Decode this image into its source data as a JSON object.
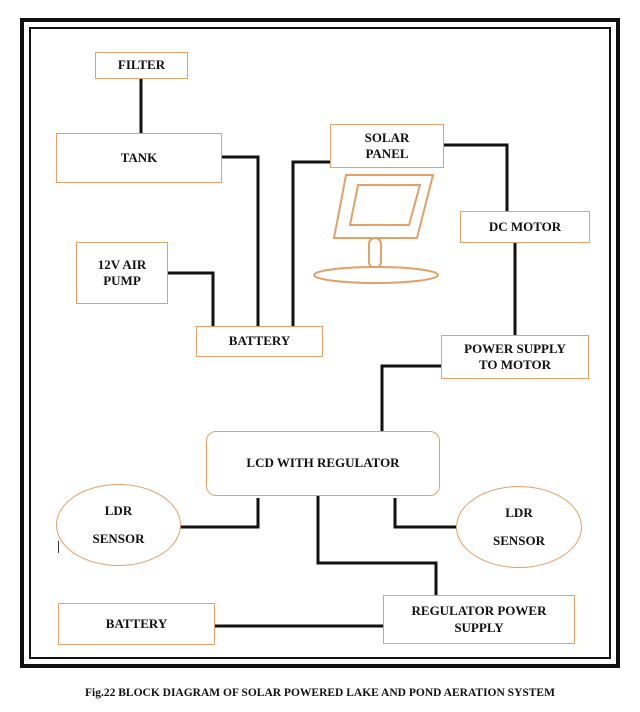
{
  "diagram": {
    "filter": "FILTER",
    "tank": "TANK",
    "air_pump_line1": "12V AIR",
    "air_pump_line2": "PUMP",
    "battery_top": "BATTERY",
    "solar_panel_line1": "SOLAR",
    "solar_panel_line2": "PANEL",
    "dc_motor": "DC MOTOR",
    "power_supply_line1": "POWER SUPPLY",
    "power_supply_line2": "TO MOTOR",
    "lcd_regulator": "LCD WITH REGULATOR",
    "ldr_left_line1": "LDR",
    "ldr_left_line2": "SENSOR",
    "ldr_right_line1": "LDR",
    "ldr_right_line2": "SENSOR",
    "battery_bottom": "BATTERY",
    "regulator_supply_line1": "REGULATOR POWER",
    "regulator_supply_line2": "SUPPLY"
  },
  "caption": "Fig.22 BLOCK DIAGRAM OF SOLAR POWERED LAKE AND POND AERATION SYSTEM",
  "colors": {
    "box_border": "#e1a167",
    "connector": "#111111",
    "frame": "#111111"
  }
}
